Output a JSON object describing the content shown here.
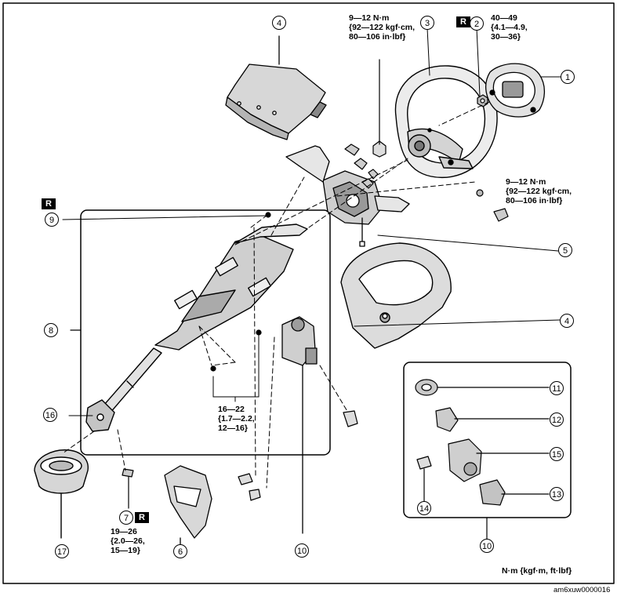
{
  "torque_specs": {
    "nut_top": "9—12 N·m\n{92—122 kgf·cm,\n80—106 in·lbf}",
    "airbag_bolt": "40—49\n{4.1—4.9,\n30—36}",
    "right_bolt": "9—12 N·m\n{92—122 kgf·cm,\n80—106 in·lbf}",
    "column_bolts": "16—22\n{1.7—2.2,\n12—16}",
    "joint_bolt": "19—26\n{2.0—26,\n15—19}"
  },
  "replace_badge": "R",
  "callouts": {
    "c1": "1",
    "c2": "2",
    "c3": "3",
    "c4a": "4",
    "c4b": "4",
    "c5": "5",
    "c6": "6",
    "c7": "7",
    "c8": "8",
    "c9": "9",
    "c10a": "10",
    "c10b": "10",
    "c11": "11",
    "c12": "12",
    "c13": "13",
    "c14": "14",
    "c15": "15",
    "c16": "16",
    "c17": "17"
  },
  "units_note": "N·m {kgf·m, ft·lbf}",
  "image_code": "am6xuw0000016"
}
